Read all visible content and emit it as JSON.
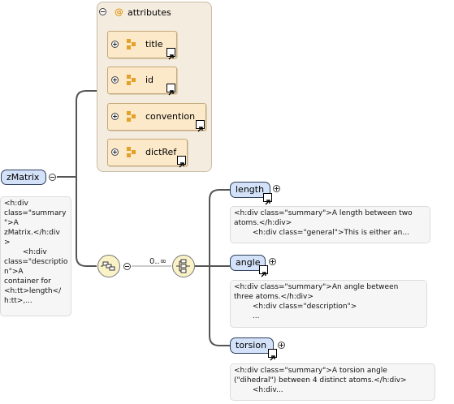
{
  "root": {
    "label": "zMatrix",
    "annotation": "<h:div\nclass=\"summary\n\">A\nzMatrix.</h:div\n>\n        <h:div\nclass=\"descriptio\nn\">A\ncontainer for\n<h:tt>length</\nh:tt>,..."
  },
  "attributes": {
    "header": "attributes",
    "items": [
      {
        "label": "title"
      },
      {
        "label": "id"
      },
      {
        "label": "convention"
      },
      {
        "label": "dictRef"
      }
    ]
  },
  "choice": {
    "cardinality": "0..∞"
  },
  "children": [
    {
      "label": "length",
      "annotation": "<h:div class=\"summary\">A length between two\natoms.</h:div>\n        <h:div class=\"general\">This is either an..."
    },
    {
      "label": "angle",
      "annotation": "<h:div class=\"summary\">An angle between\nthree atoms.</h:div>\n        <h:div class=\"description\">\n        ..."
    },
    {
      "label": "torsion",
      "annotation": "<h:div class=\"summary\">A torsion angle\n(\"dihedral\") between 4 distinct atoms.</h:div>\n        <h:div..."
    }
  ],
  "colors": {
    "element_fill": "#d3e2f8",
    "attribute_fill": "#fbe9c9",
    "panel_fill": "#f4ecdf",
    "compositor_fill": "#fbf3c8",
    "attribute_icon": "#e3a126"
  }
}
